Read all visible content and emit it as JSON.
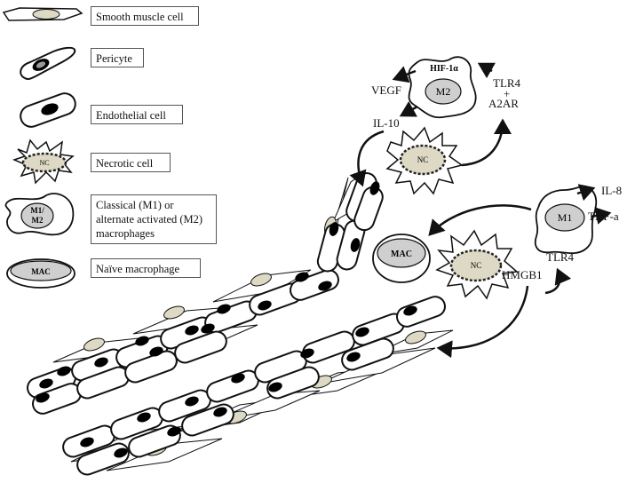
{
  "legend": [
    {
      "key": "smooth_muscle",
      "label": "Smooth muscle cell"
    },
    {
      "key": "pericyte",
      "label": "Pericyte"
    },
    {
      "key": "endothelial",
      "label": "Endothelial cell"
    },
    {
      "key": "necrotic",
      "label": "Necrotic cell"
    },
    {
      "key": "macrophage_m1m2",
      "label": "Classical (M1) or alternate activated (M2) macrophages"
    },
    {
      "key": "naive_macrophage",
      "label": "Naïve macrophage"
    }
  ],
  "legend_icon_text": {
    "necrotic": "NC",
    "macrophage": "M1/ M2",
    "naive": "MAC"
  },
  "diagram_labels": {
    "hif": "HIF-1α",
    "m2": "M2",
    "vegf": "VEGF",
    "tlr4_a2ar_line1": "TLR4",
    "tlr4_a2ar_plus": "+",
    "tlr4_a2ar_line3": "A2AR",
    "il10": "IL-10",
    "nc_top": "NC",
    "m1": "M1",
    "il8": "IL-8",
    "tnfa": "TNF-a",
    "mac": "MAC",
    "nc_mid": "NC",
    "hmgb1": "HMGB1",
    "tlr4": "TLR4"
  },
  "colors": {
    "stroke": "#111111",
    "nucleus_tan": "#ddd9c4",
    "nucleus_black": "#000000",
    "nucleus_grey": "#cfcfcf",
    "background": "#ffffff"
  }
}
